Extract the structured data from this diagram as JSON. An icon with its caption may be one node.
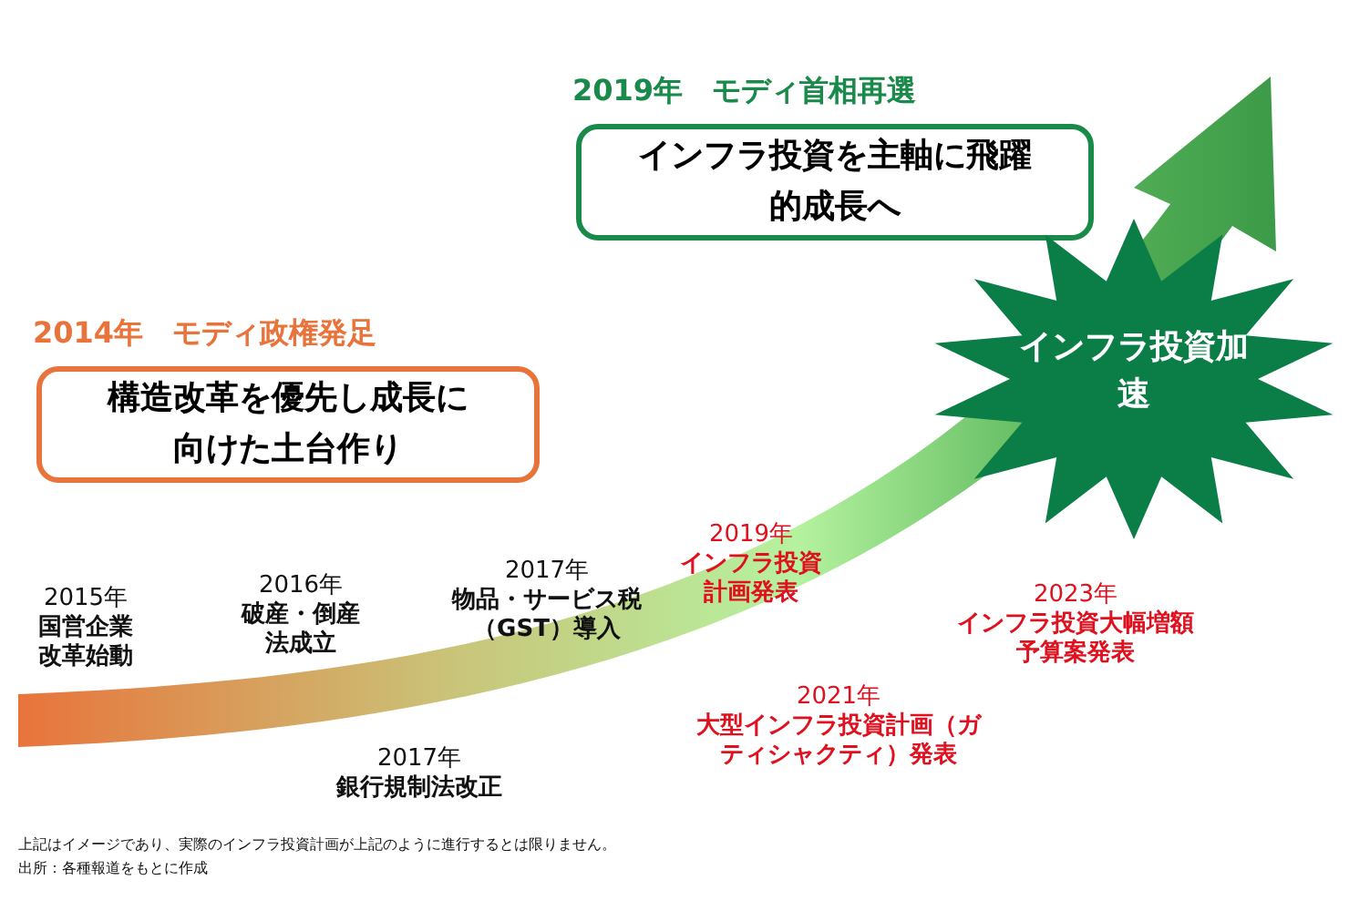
{
  "diagram": {
    "nodes": [
      {
        "text": [
          "2014年　モディ政権発足",
          "構造改革を優先し成長に向けた土台作り"
        ]
      },
      {
        "text": [
          "2019年　モディ首相再選",
          "インフラ投資を主軸に飛躍的成長へ"
        ]
      },
      {
        "text": [
          "インフラ投資加速"
        ]
      }
    ],
    "labels": [
      "2019年",
      "インフラ投資計画発表",
      "2017年",
      "物品・サービス税（GST）導入",
      "2015年",
      "国営企業改革始動",
      "2016年",
      "破産・倒産法成立",
      "2023年",
      "インフラ投資大幅増額予算案発表",
      "2021年",
      "大型インフラ投資計画（ガティシャクティ）発表",
      "2017年",
      "銀行規制法改正",
      "上記はイメージであり、実際のインフラ投資計画が上記のように進行するとは限りません。",
      "出所：各種報道をもとに作成"
    ]
  }
}
